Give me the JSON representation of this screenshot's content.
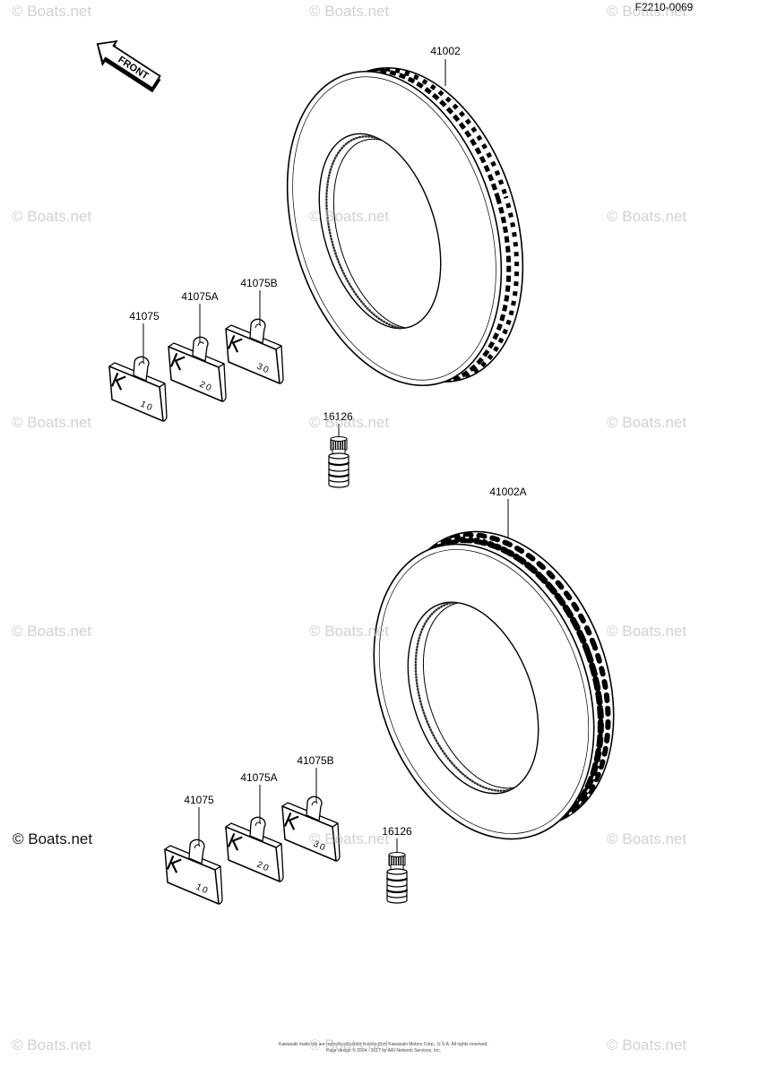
{
  "diagram_code": "F2210-0069",
  "front_arrow": "FRONT",
  "watermark": "© Boats.net",
  "upper_group": {
    "tire": "41002",
    "weight_a": {
      "callout": "41075",
      "mark": "10"
    },
    "weight_b": {
      "callout": "41075A",
      "mark": "20"
    },
    "weight_c": {
      "callout": "41075B",
      "mark": "30"
    },
    "valve": "16126"
  },
  "lower_group": {
    "tire": "41002A",
    "weight_a": {
      "callout": "41075",
      "mark": "10"
    },
    "weight_b": {
      "callout": "41075A",
      "mark": "20"
    },
    "weight_c": {
      "callout": "41075B",
      "mark": "30"
    },
    "valve": "16126"
  },
  "footer": {
    "line1": "Kawasaki materials are reproduced under license from Kawasaki Motors Corp., U.S.A. All rights reserved.",
    "line2": "Page design © 2004 - 2017 by ARI Network Services, Inc."
  }
}
